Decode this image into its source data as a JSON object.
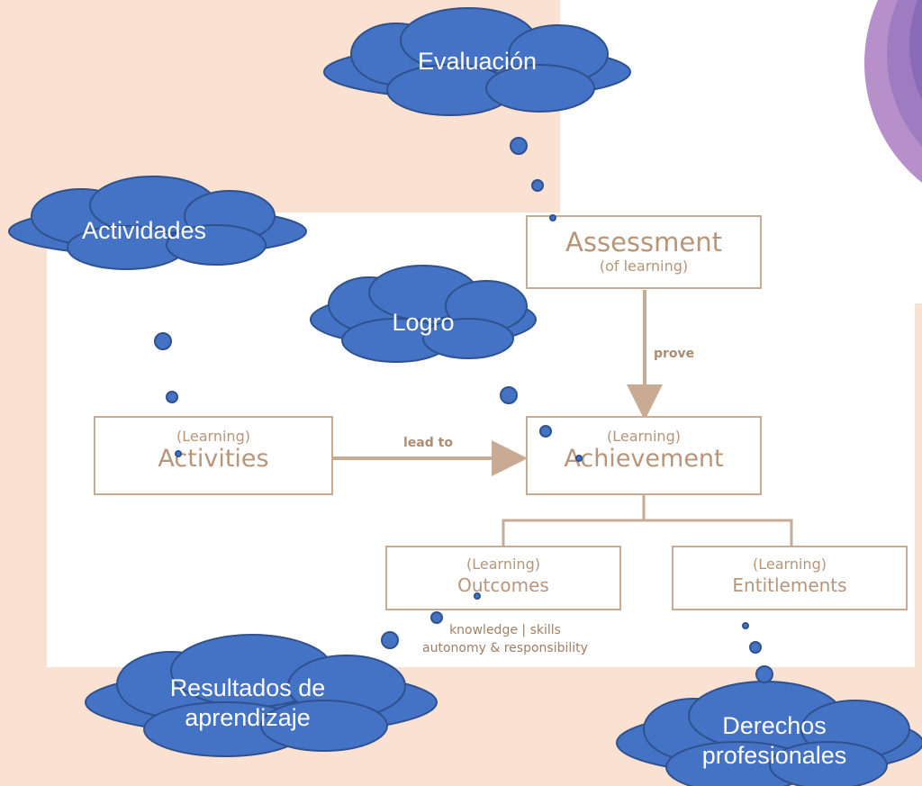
{
  "diagram": {
    "boxes": {
      "assessment": {
        "title": "Assessment",
        "subtitle": "(of learning)"
      },
      "activities": {
        "prefix": "(Learning)",
        "title": "Activities"
      },
      "achievement": {
        "prefix": "(Learning)",
        "title": "Achievement"
      },
      "outcomes": {
        "prefix": "(Learning)",
        "title": "Outcomes"
      },
      "entitlements": {
        "prefix": "(Learning)",
        "title": "Entitlements"
      }
    },
    "edges": {
      "prove": "prove",
      "lead_to": "lead to"
    },
    "outcomes_note": {
      "line1": "knowledge | skills",
      "line2": "autonomy & responsibility"
    }
  },
  "clouds": {
    "evaluacion": "Evaluación",
    "actividades": "Actividades",
    "logro": "Logro",
    "resultados_line1": "Resultados de",
    "resultados_line2": "aprendizaje",
    "derechos_line1": "Derechos",
    "derechos_line2": "profesionales"
  },
  "colors": {
    "background": "#fbe1d2",
    "box_border": "#c9aa92",
    "box_text": "#b89579",
    "cloud_fill": "#4472c4",
    "cloud_stroke": "#2f528f",
    "arc_purple": "#a883c8"
  }
}
